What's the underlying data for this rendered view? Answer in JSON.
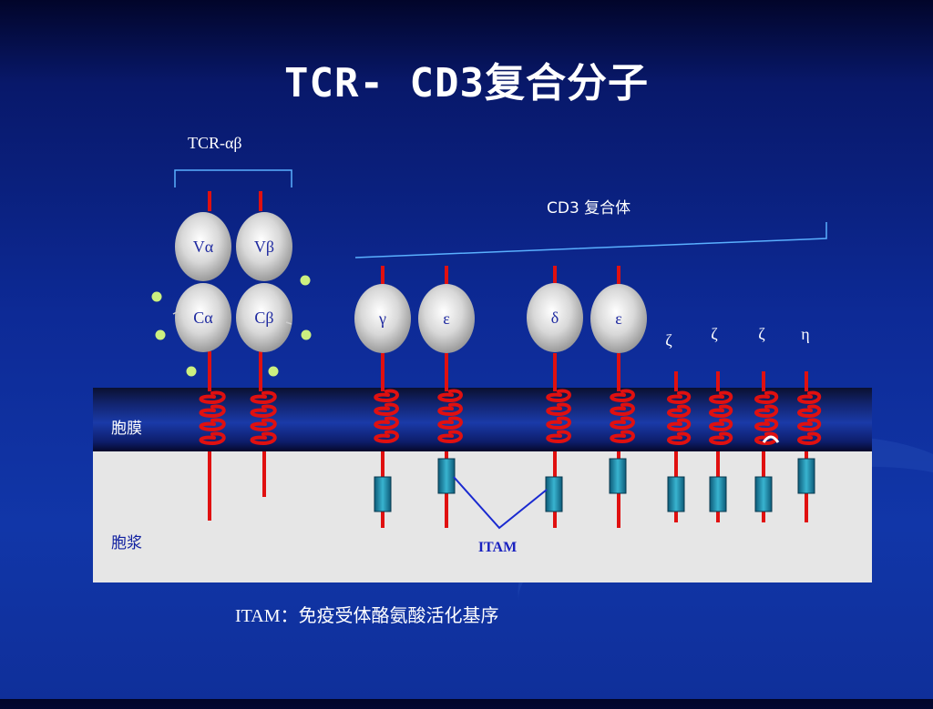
{
  "title": "TCR- CD3复合分子",
  "tcr_label": "TCR-αβ",
  "cd3_label": "CD3  复合体",
  "membrane_label": "胞膜",
  "cytoplasm_label": "胞浆",
  "itam_label": "ITAM",
  "footer": {
    "term": "ITAM：",
    "definition": "免疫受体酪氨酸活化基序"
  },
  "tcr_domains": [
    "Vα",
    "Vβ",
    "Cα",
    "Cβ"
  ],
  "cd3_subunits": [
    "γ",
    "ε",
    "δ",
    "ε"
  ],
  "small_chains": [
    "ζ",
    "ζ",
    "ζ",
    "η"
  ],
  "colors": {
    "chain_red": "#e01010",
    "itam_box": "#1a8aa8",
    "itam_line": "#1a2ad0",
    "dot_green": "#ccf080",
    "bracket_blue": "#5ab0ff"
  }
}
